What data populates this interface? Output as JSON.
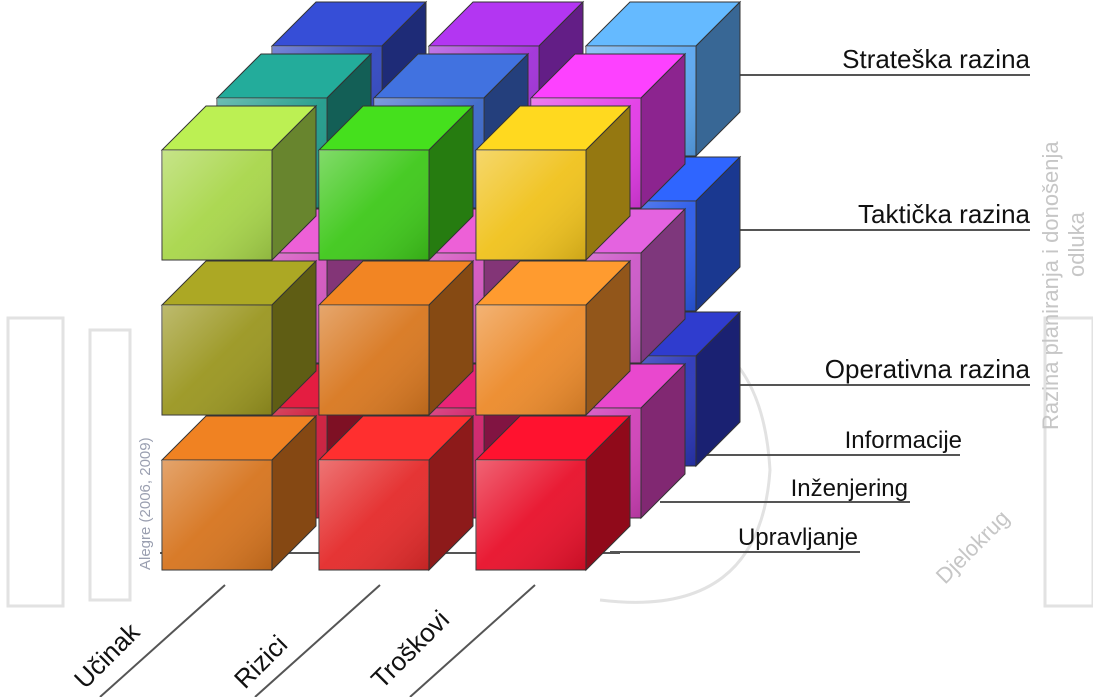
{
  "level_labels": {
    "strategic": "Strateška razina",
    "tactical": "Taktička razina",
    "operational": "Operativna razina"
  },
  "scope_labels": {
    "information": "Informacije",
    "engineering": "Inženjering",
    "management": "Upravljanje"
  },
  "criteria_labels": {
    "performance": "Učinak",
    "risks": "Rizici",
    "costs": "Troškovi"
  },
  "axis_titles": {
    "vertical_line1": "Razina planiranja i donošenja",
    "vertical_line2": "odluka",
    "depth": "Djelokrug"
  },
  "citation": "Alegre (2006, 2009)",
  "cube_colors": {
    "front": {
      "top": [
        "#a8d64a",
        "#3ec81a",
        "#f0c21c"
      ],
      "middle": [
        "#9a9620",
        "#d8771f",
        "#ec8a2a"
      ],
      "bottom": [
        "#d6741e",
        "#e42a2a",
        "#e8102a"
      ]
    },
    "middle": {
      "top": [
        "#1f9a8a",
        "#3a66c8",
        "#e23ae6"
      ],
      "middle": [
        "#d456c0",
        "#d456c0",
        "#cc58c8"
      ],
      "bottom": [
        "#cc1a3a",
        "#d0206a",
        "#d040b8"
      ]
    },
    "back": {
      "top": [
        "#3046c0",
        "#a030d8",
        "#5aa6f0"
      ],
      "middle": [
        "#2a70d8",
        "#2a70d8",
        "#2a5ae8"
      ],
      "bottom": [
        "#2a36b8",
        "#2a36b8",
        "#2a36b8"
      ]
    }
  }
}
